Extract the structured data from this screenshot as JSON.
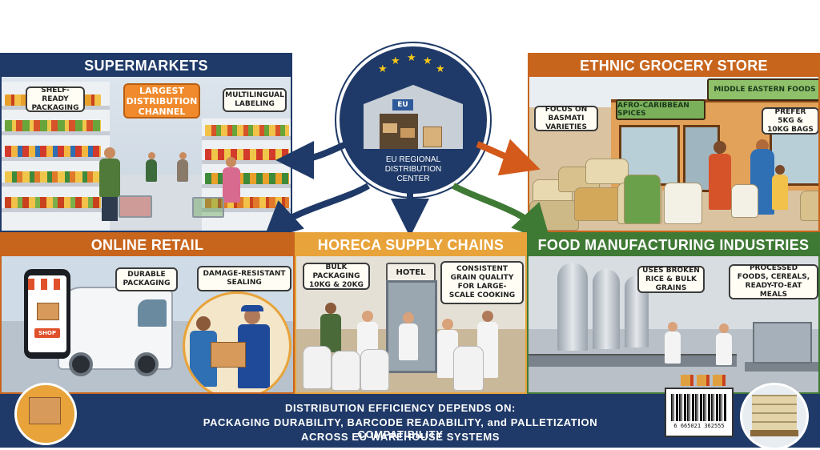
{
  "panels": {
    "supermarkets": {
      "title": "SUPERMARKETS",
      "color": "#1f3a68"
    },
    "ethnic": {
      "title": "ETHNIC GROCERY STORE",
      "color": "#c8651d"
    },
    "online": {
      "title": "ONLINE RETAIL",
      "color": "#c8651d"
    },
    "horeca": {
      "title": "HORECA SUPPLY CHAINS",
      "color": "#e8a33a"
    },
    "food": {
      "title": "FOOD MANUFACTURING INDUSTRIES",
      "color": "#3f7a35"
    }
  },
  "callouts": {
    "shelf_ready": "SHELF-READY PACKAGING",
    "largest_channel": "LARGEST DISTRIBUTION CHANNEL",
    "multilingual": "MULTILINGUAL LABELING",
    "basmati": "FOCUS ON BASMATI VARIETIES",
    "bag_sizes": "PREFER 5KG & 10KG BAGS",
    "durable": "DURABLE PACKAGING",
    "damage_resistant": "DAMAGE-RESISTANT SEALING",
    "bulk_packaging": "BULK PACKAGING 10KG & 20KG",
    "consistent_grain": "CONSISTENT GRAIN QUALITY FOR LARGE-SCALE COOKING",
    "broken_rice": "USES BROKEN RICE & BULK GRAINS",
    "processed_foods": "PROCESSED FOODS, CEREALS, READY-TO-EAT MEALS"
  },
  "signs": {
    "afro_caribbean": "AFRO-CARIBBEAN SPICES",
    "middle_eastern": "MIDDLE EASTERN FOODS",
    "hotel": "HOTEL",
    "shop": "SHOP"
  },
  "center": {
    "warehouse_label": "EU",
    "label_line1": "EU REGIONAL",
    "label_line2": "DISTRIBUTION",
    "label_line3": "CENTER"
  },
  "footer": {
    "line1": "DISTRIBUTION EFFICIENCY DEPENDS ON:",
    "line2": "PACKAGING DURABILITY, BARCODE READABILITY, and PALLETIZATION COMPATIBILITY",
    "line3": "ACROSS EU WAREHOUSE SYSTEMS",
    "barcode_number": "6 665021 362555",
    "color": "#1f3a68"
  },
  "colors": {
    "navy": "#1f3a68",
    "orange": "#c8651d",
    "green": "#3f7a35",
    "gold": "#e8a33a"
  }
}
